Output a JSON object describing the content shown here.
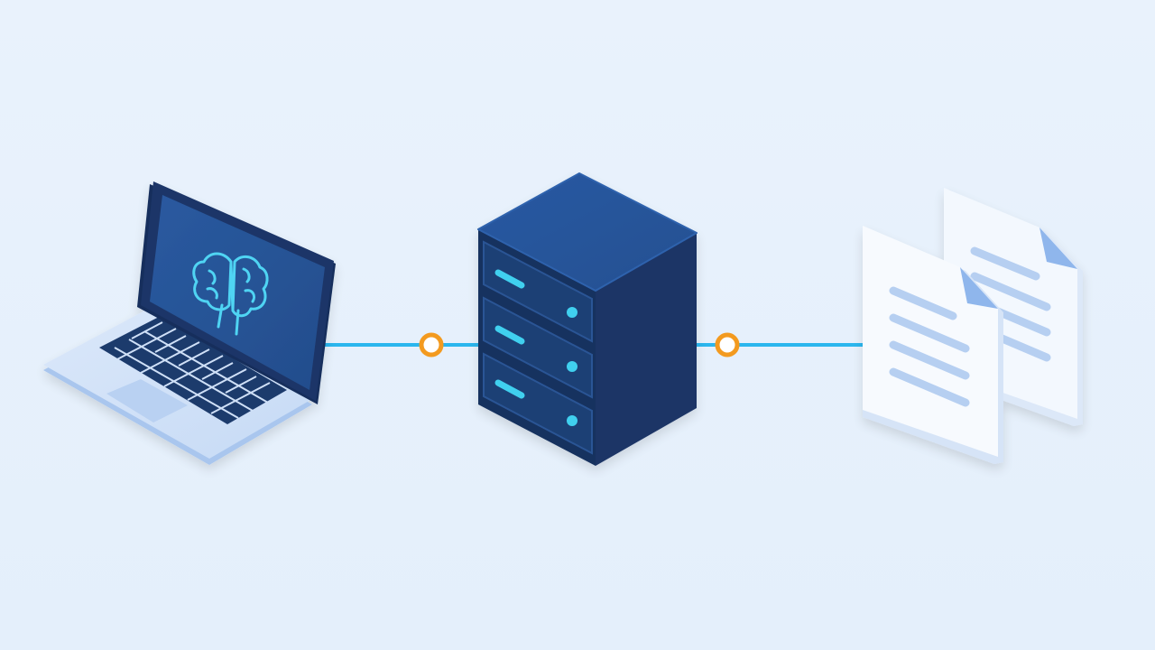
{
  "diagram": {
    "nodes": [
      {
        "id": "laptop",
        "icon": "laptop-with-brain-icon"
      },
      {
        "id": "server",
        "icon": "server-rack-icon"
      },
      {
        "id": "documents",
        "icon": "documents-icon"
      }
    ],
    "edges": [
      {
        "from": "laptop",
        "to": "server",
        "connector": "connector-dot-icon"
      },
      {
        "from": "server",
        "to": "documents",
        "connector": "connector-dot-icon"
      }
    ]
  },
  "colors": {
    "background": "#e7f1fc",
    "link": "#2bb6ee",
    "connector": "#f39a1f",
    "navy_dark": "#1c3668",
    "navy": "#23508f",
    "accent_cyan": "#3fd0ef",
    "laptop_body": "#cfe0f7",
    "paper": "#f7fafe",
    "paper_lines": "#b6cff1"
  }
}
